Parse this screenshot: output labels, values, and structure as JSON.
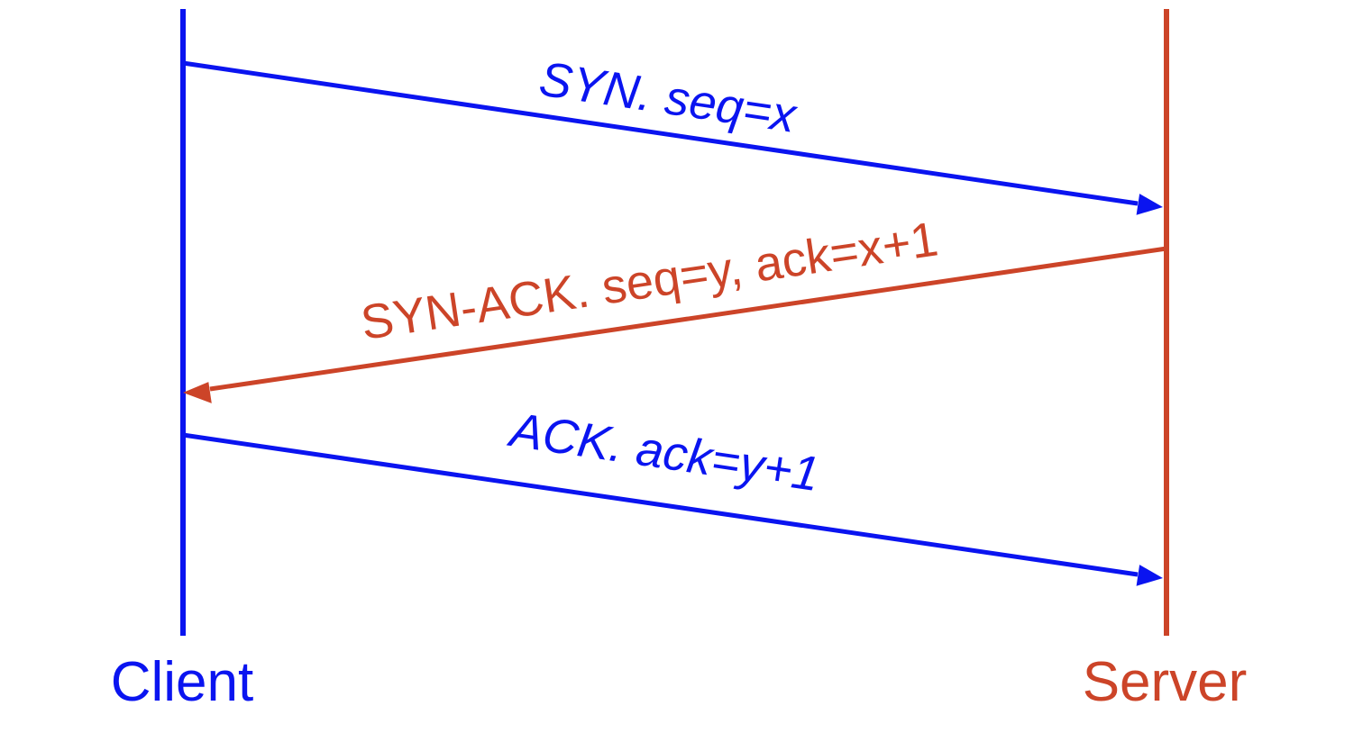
{
  "colors": {
    "client": "#0A14F0",
    "server": "#CC4428",
    "background": "#FFFFFF"
  },
  "participants": {
    "client": {
      "label": "Client"
    },
    "server": {
      "label": "Server"
    }
  },
  "messages": [
    {
      "from": "client",
      "to": "server",
      "label": "SYN. seq=x",
      "italic": true
    },
    {
      "from": "server",
      "to": "client",
      "label": "SYN-ACK. seq=y, ack=x+1",
      "italic": false
    },
    {
      "from": "client",
      "to": "server",
      "label": "ACK. ack=y+1",
      "italic": true
    }
  ]
}
